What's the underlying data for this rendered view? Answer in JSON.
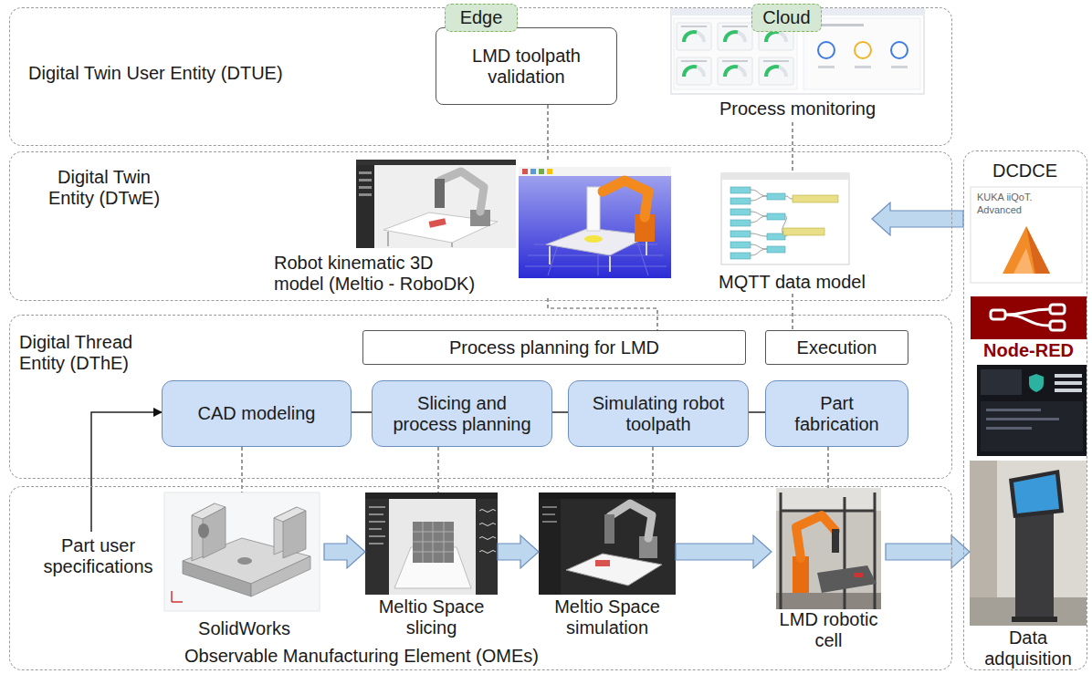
{
  "diagram": {
    "nodes": [
      {
        "text": [
          "Digital Twin User Entity (DTUE)"
        ]
      },
      {
        "text": [
          "Edge"
        ],
        "in": 0
      },
      {
        "text": [
          "LMD toolpath validation"
        ],
        "in": 0
      },
      {
        "text": [
          "Cloud"
        ],
        "in": 0
      },
      {
        "text": [
          "Process monitoring"
        ],
        "in": 0
      },
      {
        "text": [
          "Digital Twin Entity (DTwE)"
        ]
      },
      {
        "text": [
          "Robot kinematic 3D model (Meltio - RoboDK)"
        ],
        "in": 5
      },
      {
        "text": [
          "MQTT data model"
        ],
        "in": 5
      },
      {
        "text": [
          "Digital Thread Entity (DThE)"
        ]
      },
      {
        "text": [
          "Process planning for LMD"
        ],
        "in": 8
      },
      {
        "text": [
          "Execution"
        ],
        "in": 8
      },
      {
        "text": [
          "CAD modeling"
        ],
        "in": 8
      },
      {
        "text": [
          "Slicing and process planning"
        ],
        "in": 8
      },
      {
        "text": [
          "Simulating robot toolpath"
        ],
        "in": 8
      },
      {
        "text": [
          "Part fabrication"
        ],
        "in": 8
      },
      {
        "text": [
          "Observable Manufacturing Element (OMEs)"
        ]
      },
      {
        "text": [
          "Part user specifications"
        ],
        "in": 15
      },
      {
        "text": [
          "SolidWorks"
        ],
        "in": 15
      },
      {
        "text": [
          "Meltio Space slicing"
        ],
        "in": 15
      },
      {
        "text": [
          "Meltio Space simulation"
        ],
        "in": 15
      },
      {
        "text": [
          "LMD robotic cell"
        ],
        "in": 15
      },
      {
        "text": [
          "DCDCE"
        ]
      },
      {
        "text": [
          "Data adquisition"
        ],
        "in": 21
      }
    ],
    "edges": [
      {
        "from": 2,
        "to": 6,
        "arrow": "none"
      },
      {
        "from": 4,
        "to": 7,
        "arrow": "none"
      },
      {
        "from": 6,
        "to": 9,
        "arrow": "none"
      },
      {
        "from": 7,
        "to": 10,
        "arrow": "none"
      },
      {
        "from": 21,
        "to": 7,
        "arrow": "to"
      },
      {
        "from": 16,
        "to": 11,
        "arrow": "to"
      },
      {
        "from": 11,
        "to": 12,
        "arrow": "none"
      },
      {
        "from": 12,
        "to": 13,
        "arrow": "none"
      },
      {
        "from": 13,
        "to": 14,
        "arrow": "none"
      },
      {
        "from": 11,
        "to": 17,
        "arrow": "none"
      },
      {
        "from": 12,
        "to": 18,
        "arrow": "none"
      },
      {
        "from": 13,
        "to": 19,
        "arrow": "none"
      },
      {
        "from": 14,
        "to": 20,
        "arrow": "none"
      },
      {
        "from": 17,
        "to": 18,
        "arrow": "to"
      },
      {
        "from": 18,
        "to": 19,
        "arrow": "to"
      },
      {
        "from": 19,
        "to": 20,
        "arrow": "to"
      },
      {
        "from": 20,
        "to": 22,
        "arrow": "to"
      }
    ],
    "labels": [
      "KUKA iiQoT.",
      "Advanced",
      "Node-RED"
    ]
  }
}
